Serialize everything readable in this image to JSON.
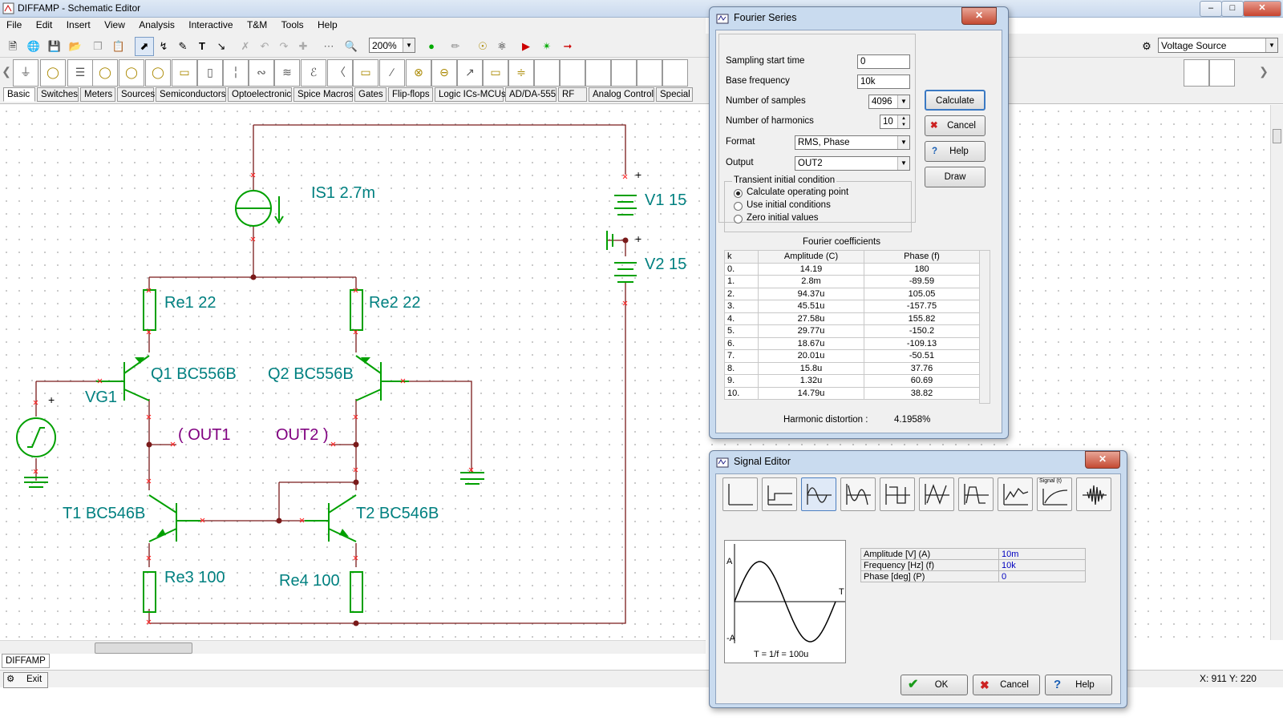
{
  "window": {
    "title": "DIFFAMP - Schematic Editor",
    "minimize": "–",
    "maximize": "□",
    "close": "✕"
  },
  "menu": [
    "File",
    "Edit",
    "Insert",
    "View",
    "Analysis",
    "Interactive",
    "T&M",
    "Tools",
    "Help"
  ],
  "toolbar": {
    "zoom": "200%",
    "component_select": "Voltage Source",
    "icons": [
      "new-icon",
      "open-icon",
      "save-icon",
      "print-icon",
      "copy-icon",
      "paste-icon",
      "select-arrow-icon",
      "wire-icon",
      "pencil-icon",
      "text-icon",
      "delete-wire-icon",
      "delete-icon",
      "undo-icon",
      "redo-icon",
      "move-icon",
      "grid-icon",
      "zoom-icon",
      "dc-analysis-icon",
      "probe-icon",
      "voltmeter-icon",
      "ammeter-icon",
      "diode-icon",
      "led-icon",
      "switch-icon"
    ]
  },
  "palette_tabs": [
    "Basic",
    "Switches",
    "Meters",
    "Sources",
    "Semiconductors",
    "Optoelectronic",
    "Spice Macros",
    "Gates",
    "Flip-flops",
    "Logic ICs-MCUs",
    "AD/DA-555",
    "RF",
    "Analog Control",
    "Special"
  ],
  "schematic": {
    "labels": {
      "is1": "IS1 2.7m",
      "v1": "V1 15",
      "v2": "V2 15",
      "re1": "Re1 22",
      "re2": "Re2 22",
      "q1": "Q1 BC556B",
      "q2": "Q2 BC556B",
      "vg1": "VG1",
      "out1": "OUT1",
      "out2": "OUT2",
      "t1": "T1 BC546B",
      "t2": "T2 BC546B",
      "re3": "Re3 100",
      "re4": "Re4 100",
      "plus": "+"
    },
    "colors": {
      "wire": "#7a1a1a",
      "component": "#00a000",
      "label": "#008080",
      "out_label": "#800080",
      "pin": "#ff2020"
    }
  },
  "document_tab": "DIFFAMP",
  "statusbar": {
    "exit": "Exit",
    "coords": "X: 911  Y: 220"
  },
  "fourier": {
    "title": "Fourier Series",
    "sampling_start_label": "Sampling start time",
    "sampling_start_value": "0",
    "base_freq_label": "Base frequency",
    "base_freq_value": "10k",
    "samples_label": "Number of samples",
    "samples_value": "4096",
    "harmonics_label": "Number of harmonics",
    "harmonics_value": "10",
    "format_label": "Format",
    "format_value": "RMS, Phase",
    "output_label": "Output",
    "output_value": "OUT2",
    "transient_group": "Transient initial condition",
    "radio": [
      "Calculate operating point",
      "Use initial conditions",
      "Zero initial values"
    ],
    "selected_radio": 0,
    "buttons": {
      "calculate": "Calculate",
      "cancel": "Cancel",
      "help": "Help",
      "draw": "Draw"
    },
    "coef_title": "Fourier coefficients",
    "columns": [
      "k",
      "Amplitude (C)",
      "Phase (f)"
    ],
    "rows": [
      [
        "0.",
        "14.19",
        "180"
      ],
      [
        "1.",
        "2.8m",
        "-89.59"
      ],
      [
        "2.",
        "94.37u",
        "105.05"
      ],
      [
        "3.",
        "45.51u",
        "-157.75"
      ],
      [
        "4.",
        "27.58u",
        "155.82"
      ],
      [
        "5.",
        "29.77u",
        "-150.2"
      ],
      [
        "6.",
        "18.67u",
        "-109.13"
      ],
      [
        "7.",
        "20.01u",
        "-50.51"
      ],
      [
        "8.",
        "15.8u",
        "37.76"
      ],
      [
        "9.",
        "1.32u",
        "60.69"
      ],
      [
        "10.",
        "14.79u",
        "38.82"
      ]
    ],
    "distortion_label": "Harmonic distortion :",
    "distortion_value": "4.1958%"
  },
  "signal_editor": {
    "title": "Signal Editor",
    "waveform_icons": [
      "unit-step-icon",
      "step-icon",
      "sine-icon",
      "cosine-icon",
      "square-icon",
      "triangle-icon",
      "trapezoid-icon",
      "general-waveform-icon",
      "signal-t-icon",
      "noise-burst-icon"
    ],
    "signal_btn_text": "Signal (t)",
    "preview": {
      "a_label": "A",
      "neg_a_label": "-A",
      "t_label": "T",
      "period_label": "T = 1/f = 100u"
    },
    "params": [
      {
        "name": "Amplitude [V] (A)",
        "value": "10m"
      },
      {
        "name": "Frequency [Hz] (f)",
        "value": "10k"
      },
      {
        "name": "Phase [deg] (P)",
        "value": "0"
      }
    ],
    "buttons": {
      "ok": "OK",
      "cancel": "Cancel",
      "help": "Help"
    }
  }
}
